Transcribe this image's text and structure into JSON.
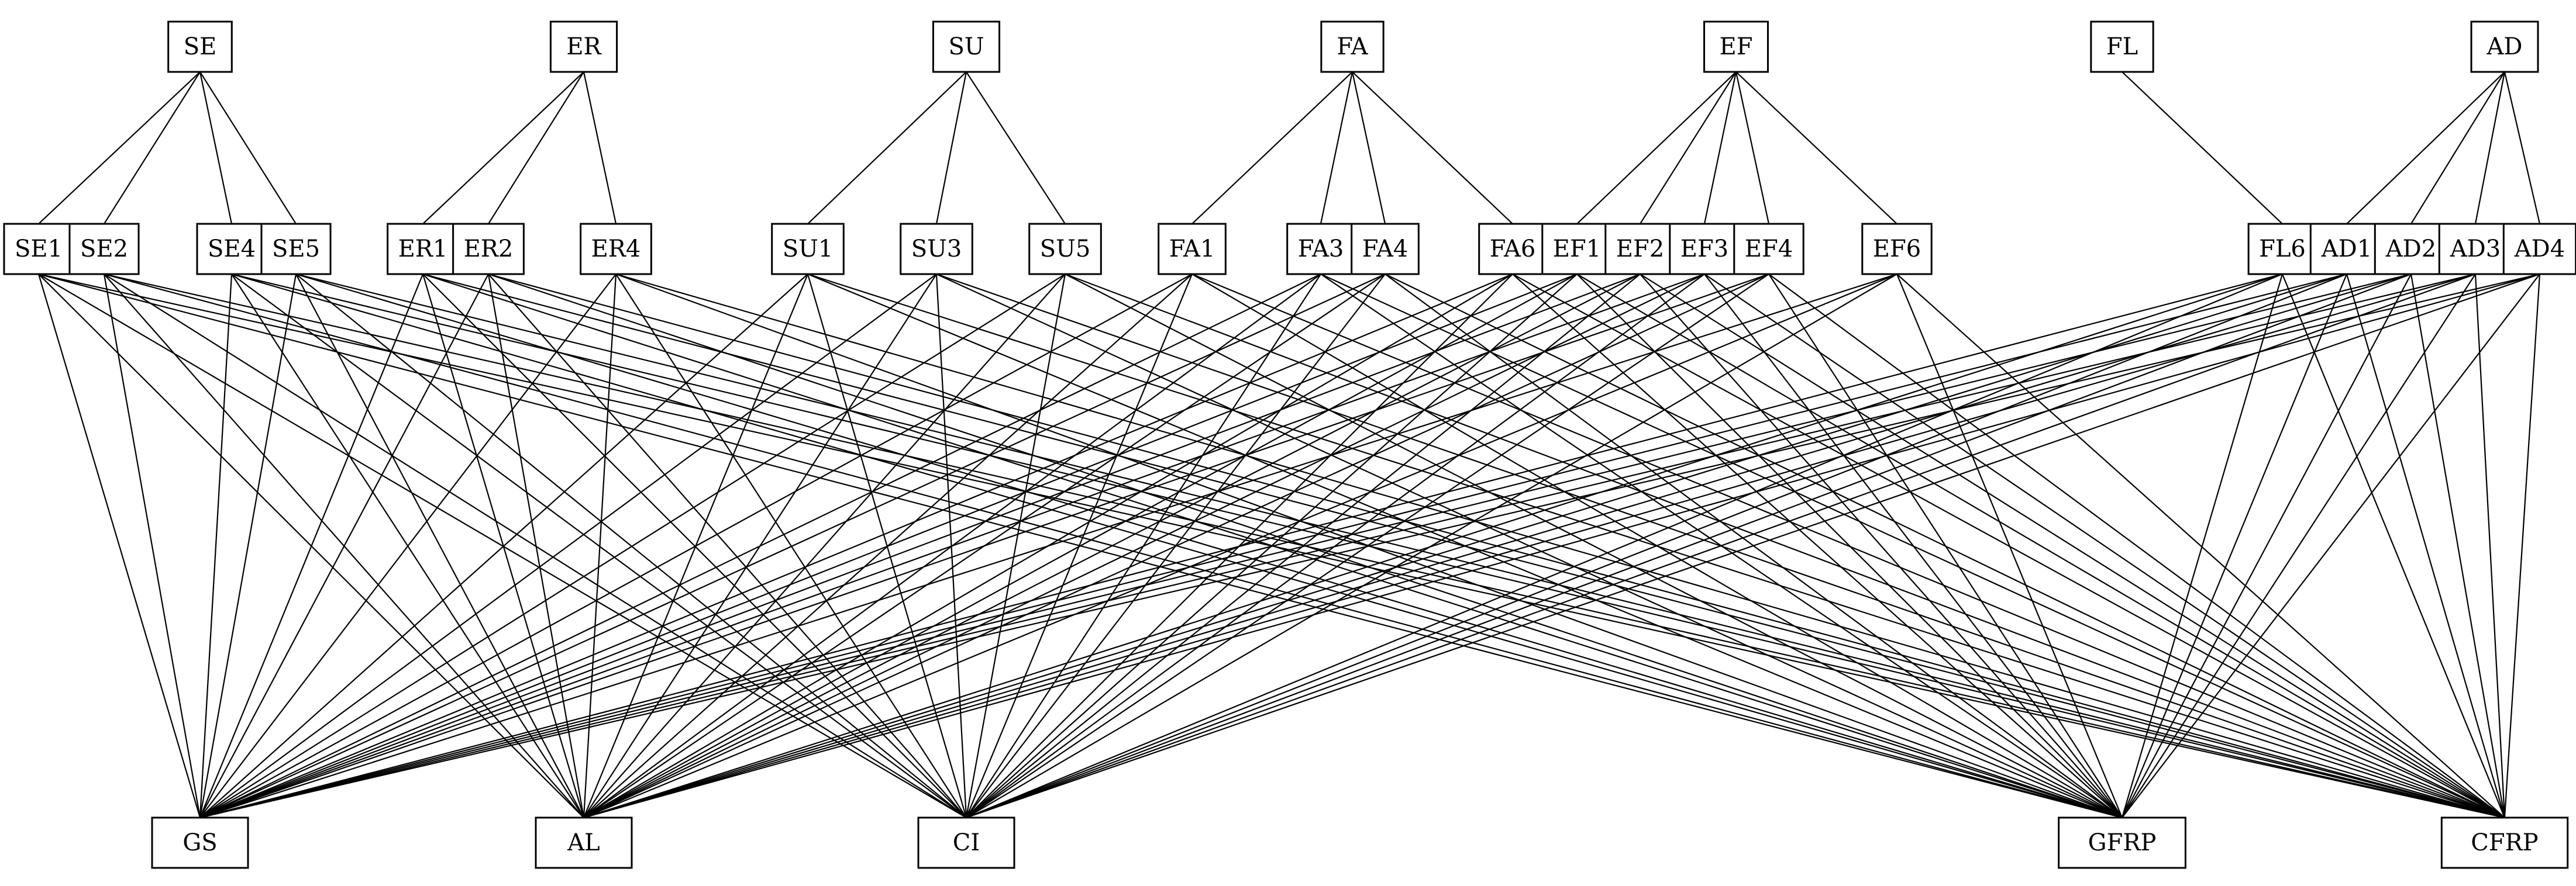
{
  "nodes": {
    "top": [
      "SE",
      "ER",
      "SU",
      "FA",
      "EF",
      "FL",
      "AD"
    ],
    "middle": [
      "SE1",
      "SE2",
      "SE4",
      "SE5",
      "ER1",
      "ER2",
      "ER4",
      "SU1",
      "SU3",
      "SU5",
      "FA1",
      "FA3",
      "FA4",
      "FA6",
      "EF1",
      "EF2",
      "EF3",
      "EF4",
      "EF6",
      "FL6",
      "AD1",
      "AD2",
      "AD3",
      "AD4"
    ],
    "bottom": [
      "GS",
      "AL",
      "CI",
      "GFRP",
      "CFRP"
    ]
  },
  "edges": {
    "parent_to_sub": [
      [
        "SE",
        "SE1"
      ],
      [
        "SE",
        "SE2"
      ],
      [
        "SE",
        "SE4"
      ],
      [
        "SE",
        "SE5"
      ],
      [
        "ER",
        "ER1"
      ],
      [
        "ER",
        "ER2"
      ],
      [
        "ER",
        "ER4"
      ],
      [
        "SU",
        "SU1"
      ],
      [
        "SU",
        "SU3"
      ],
      [
        "SU",
        "SU5"
      ],
      [
        "FA",
        "FA1"
      ],
      [
        "FA",
        "FA3"
      ],
      [
        "FA",
        "FA4"
      ],
      [
        "FA",
        "FA6"
      ],
      [
        "EF",
        "EF1"
      ],
      [
        "EF",
        "EF2"
      ],
      [
        "EF",
        "EF3"
      ],
      [
        "EF",
        "EF4"
      ],
      [
        "EF",
        "EF6"
      ],
      [
        "FL",
        "FL6"
      ],
      [
        "AD",
        "AD1"
      ],
      [
        "AD",
        "AD2"
      ],
      [
        "AD",
        "AD3"
      ],
      [
        "AD",
        "AD4"
      ]
    ],
    "sub_to_alternative": "all"
  }
}
